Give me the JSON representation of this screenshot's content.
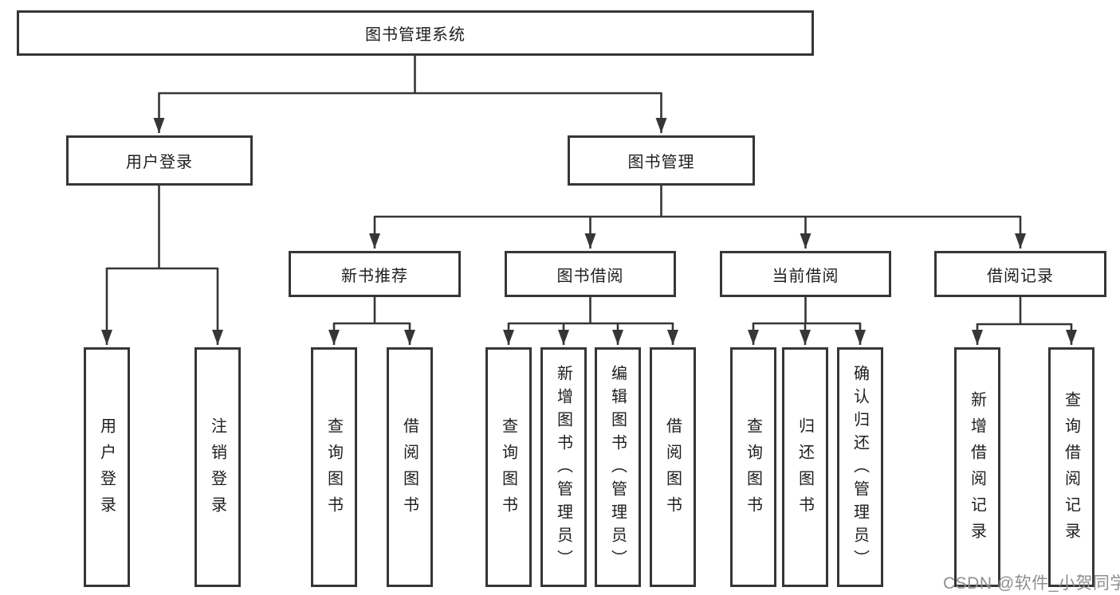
{
  "diagram": {
    "root": {
      "label": "图书管理系统"
    },
    "branches": [
      {
        "label": "用户登录",
        "children": [
          {
            "label": "用户登录"
          },
          {
            "label": "注销登录"
          }
        ]
      },
      {
        "label": "图书管理",
        "children": [
          {
            "label": "新书推荐",
            "children": [
              {
                "label": "查询图书"
              },
              {
                "label": "借阅图书"
              }
            ]
          },
          {
            "label": "图书借阅",
            "children": [
              {
                "label": "查询图书"
              },
              {
                "label": "新增图书（管理员）"
              },
              {
                "label": "编辑图书（管理员）"
              },
              {
                "label": "借阅图书"
              }
            ]
          },
          {
            "label": "当前借阅",
            "children": [
              {
                "label": "查询图书"
              },
              {
                "label": "归还图书"
              },
              {
                "label": "确认归还（管理员）"
              }
            ]
          },
          {
            "label": "借阅记录",
            "children": [
              {
                "label": "新增借阅记录"
              },
              {
                "label": "查询借阅记录"
              }
            ]
          }
        ]
      }
    ]
  },
  "watermark": {
    "text": "CSDN @软件_小贺同学"
  },
  "colors": {
    "line": "#363636",
    "box_border": "#363636",
    "box_fill": "#ffffff",
    "text": "#1e1e1e",
    "watermark": "#8f8f8f",
    "background": "#ffffff"
  }
}
